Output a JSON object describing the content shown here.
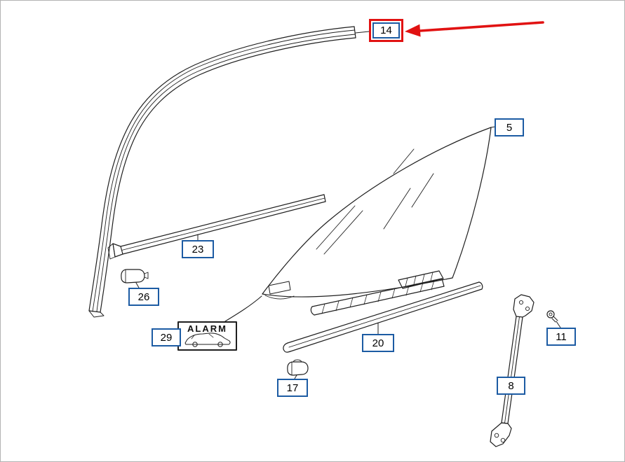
{
  "window": {
    "background": "#ffffff",
    "border_color": "#b3b3b3"
  },
  "colors": {
    "line": "#1f1f1f",
    "callout_border": "#1c5ba3",
    "callout_text": "#000000",
    "highlight_red": "#e11212"
  },
  "labels": {
    "part14": "14",
    "part5": "5",
    "part23": "23",
    "part26": "26",
    "part29": "29",
    "part20": "20",
    "part17": "17",
    "part8": "8",
    "part11": "11"
  },
  "badge": {
    "text": "ALARM"
  }
}
